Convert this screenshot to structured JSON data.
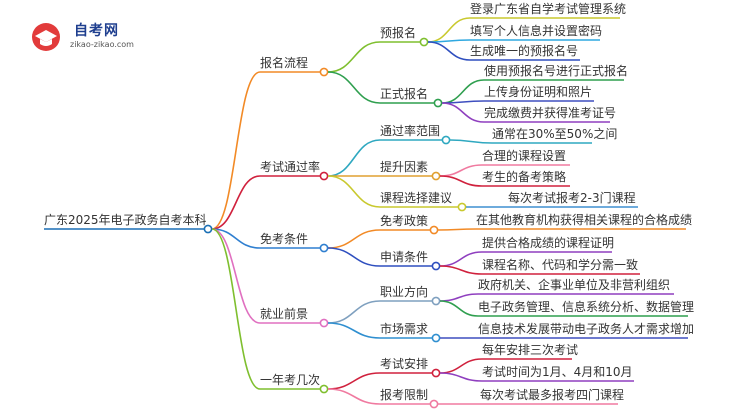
{
  "logo": {
    "title": "自考网",
    "url": "zikao-zikao.com"
  },
  "root": {
    "label": "广东2025年电子政务自考本科",
    "color": "#1a6fb5"
  },
  "branches": [
    {
      "label": "报名流程",
      "color": "#f28a26",
      "children": [
        {
          "label": "预报名",
          "color": "#7fbf2f",
          "children": [
            {
              "label": "登录广东省自学考试管理系统",
              "color": "#c9c92e"
            },
            {
              "label": "填写个人信息并设置密码",
              "color": "#2fa8e0"
            },
            {
              "label": "生成唯一的预报名号",
              "color": "#2f4fbf"
            }
          ]
        },
        {
          "label": "正式报名",
          "color": "#2f9f4f",
          "children": [
            {
              "label": "使用预报名号进行正式报名",
              "color": "#2f9f4f"
            },
            {
              "label": "上传身份证明和照片",
              "color": "#3f4fbf"
            },
            {
              "label": "完成缴费并获得准考证号",
              "color": "#8f3fbf"
            }
          ]
        }
      ]
    },
    {
      "label": "考试通过率",
      "color": "#d0213d",
      "children": [
        {
          "label": "通过率范围",
          "color": "#2fa8c0",
          "children": [
            {
              "label": "通常在30%至50%之间",
              "color": "#2fa8c0"
            }
          ]
        },
        {
          "label": "提升因素",
          "color": "#e0a030",
          "children": [
            {
              "label": "合理的课程设置",
              "color": "#f07aa0"
            },
            {
              "label": "考生的备考策略",
              "color": "#d0213d"
            }
          ]
        },
        {
          "label": "课程选择建议",
          "color": "#c9c92e",
          "children": [
            {
              "label": "每次考试报考2-3门课程",
              "color": "#3f8fd0"
            }
          ]
        }
      ]
    },
    {
      "label": "免考条件",
      "color": "#2f7fd0",
      "children": [
        {
          "label": "免考政策",
          "color": "#f28a26",
          "children": [
            {
              "label": "在其他教育机构获得相关课程的合格成绩",
              "color": "#f28a26"
            }
          ]
        },
        {
          "label": "申请条件",
          "color": "#2f4fbf",
          "children": [
            {
              "label": "提供合格成绩的课程证明",
              "color": "#8f3fbf"
            },
            {
              "label": "课程名称、代码和学分需一致",
              "color": "#d0213d"
            }
          ]
        }
      ]
    },
    {
      "label": "就业前景",
      "color": "#e070c0",
      "children": [
        {
          "label": "职业方向",
          "color": "#7fa0bf",
          "children": [
            {
              "label": "政府机关、企事业单位及非营利组织",
              "color": "#8f3fbf"
            },
            {
              "label": "电子政务管理、信息系统分析、数据管理",
              "color": "#2f9f4f"
            }
          ]
        },
        {
          "label": "市场需求",
          "color": "#2f8fd0",
          "children": [
            {
              "label": "信息技术发展带动电子政务人才需求增加",
              "color": "#3f4fbf"
            }
          ]
        }
      ]
    },
    {
      "label": "一年考几次",
      "color": "#7fbf2f",
      "children": [
        {
          "label": "考试安排",
          "color": "#d0213d",
          "children": [
            {
              "label": "每年安排三次考试",
              "color": "#d0213d"
            },
            {
              "label": "考试时间为1月、4月和10月",
              "color": "#8f3fbf"
            }
          ]
        },
        {
          "label": "报考限制",
          "color": "#f07aa0",
          "children": [
            {
              "label": "每次考试最多报考四门课程",
              "color": "#f07aa0"
            }
          ]
        }
      ]
    }
  ]
}
